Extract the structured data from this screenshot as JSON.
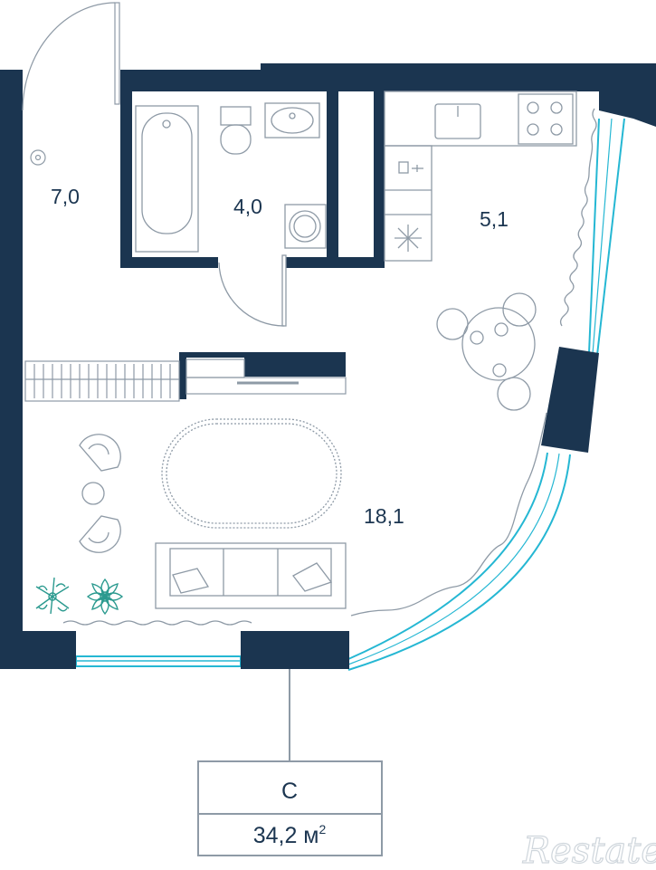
{
  "colors": {
    "wall": "#1b3550",
    "furniture": "#8e9aa6",
    "window": "#25b7d3",
    "plant": "#2b9a8f",
    "background": "#ffffff"
  },
  "rooms": {
    "hall_area": "7,0",
    "bathroom_area": "4,0",
    "kitchen_area": "5,1",
    "living_area": "18,1"
  },
  "badge": {
    "type": "С",
    "total_area": "34,2 м",
    "area_unit_power": "2"
  },
  "watermark": "Restate"
}
